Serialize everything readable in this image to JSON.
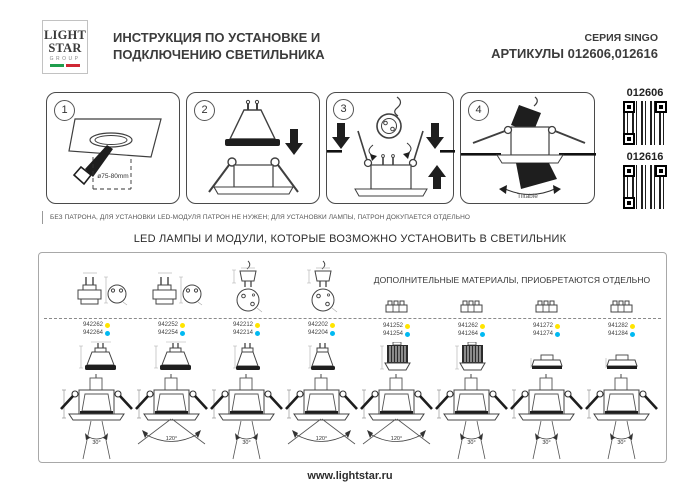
{
  "header": {
    "logo_line1": "LIGHT",
    "logo_line2": "STAR",
    "logo_line3": "GROUP",
    "title_line1": "ИНСТРУКЦИЯ ПО УСТАНОВКЕ И",
    "title_line2": "ПОДКЛЮЧЕНИЮ СВЕТИЛЬНИКА",
    "series": "СЕРИЯ SINGO",
    "articles": "АРТИКУЛЫ 012606,012616"
  },
  "steps": [
    {
      "number": "1",
      "dim_label": "ø75-80mm"
    },
    {
      "number": "2"
    },
    {
      "number": "3"
    },
    {
      "number": "4",
      "tilt_label": "Tiltable"
    }
  ],
  "qr": [
    {
      "label": "012606"
    },
    {
      "label": "012616"
    }
  ],
  "note": "БЕЗ ПАТРОНА, ДЛЯ УСТАНОВКИ LED-МОДУЛЯ ПАТРОН НЕ НУЖЕН; ДЛЯ УСТАНОВКИ ЛАМПЫ, ПАТРОН ДОКУПАЕТСЯ ОТДЕЛЬНО",
  "section_title": "LED ЛАМПЫ И МОДУЛИ, КОТОРЫЕ ВОЗМОЖНО УСТАНОВИТЬ В СВЕТИЛЬНИК",
  "materials_title": "ДОПОЛНИТЕЛЬНЫЕ МАТЕРИАЛЫ, ПРИОБРЕТАЮТСЯ ОТДЕЛЬНО",
  "colors": {
    "article_dot_yellow": "#ffe400",
    "article_dot_cyan": "#00b9f2"
  },
  "columns": [
    {
      "article_yellow": "942262",
      "article_cyan": "942264",
      "beam_angle": "30°"
    },
    {
      "article_yellow": "942252",
      "article_cyan": "942254",
      "beam_angle": "120°"
    },
    {
      "article_yellow": "942212",
      "article_cyan": "942214",
      "beam_angle": "30°"
    },
    {
      "article_yellow": "942202",
      "article_cyan": "942204",
      "beam_angle": "120°"
    },
    {
      "article_yellow": "941252",
      "article_cyan": "941254",
      "beam_angle": "120°"
    },
    {
      "article_yellow": "941262",
      "article_cyan": "941264",
      "beam_angle": "30°"
    },
    {
      "article_yellow": "941272",
      "article_cyan": "941274",
      "beam_angle": "30°"
    },
    {
      "article_yellow": "941282",
      "article_cyan": "941284",
      "beam_angle": "30°"
    }
  ],
  "footer_url": "www.lightstar.ru"
}
